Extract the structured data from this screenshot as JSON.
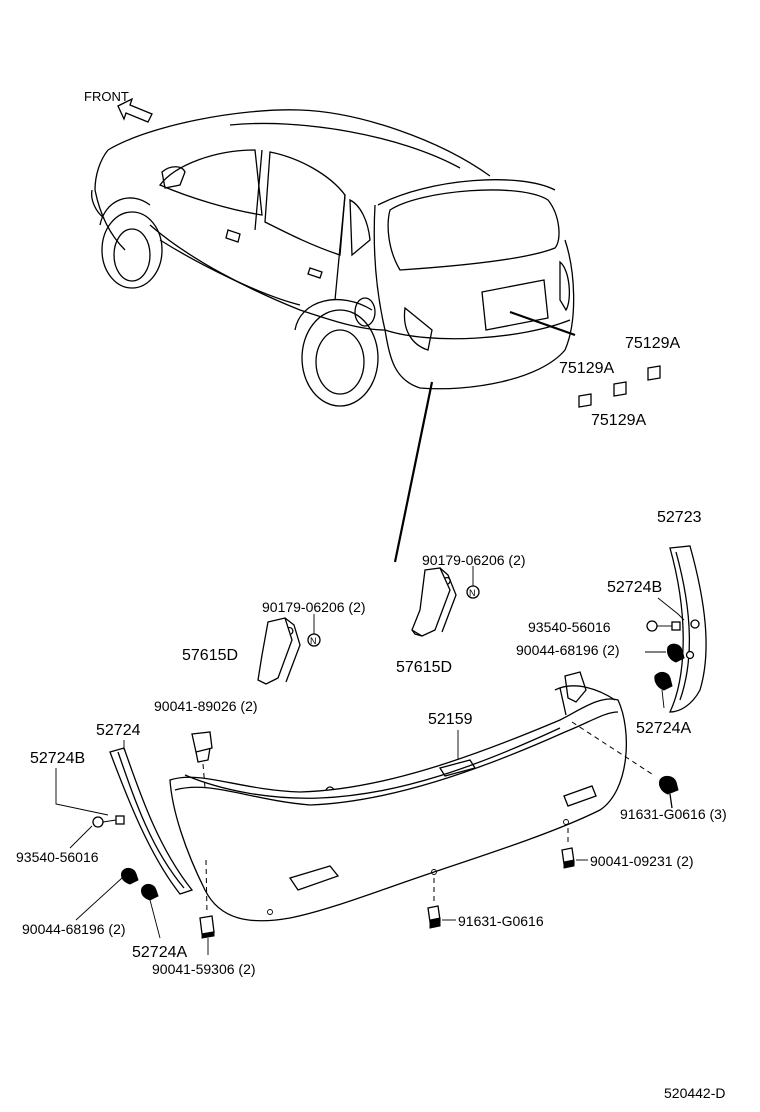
{
  "direction_label": "FRONT",
  "diagram_code": "520442-D",
  "parts": {
    "p75129A_top": "75129A",
    "p75129A_mid": "75129A",
    "p75129A_bot": "75129A",
    "p52723": "52723",
    "p52724B_right": "52724B",
    "p93540_right": "93540-56016",
    "p90044_right": "90044-68196 (2)",
    "p52724A_right": "52724A",
    "p90179_mid": "90179-06206 (2)",
    "p57615D_mid": "57615D",
    "p90179_left": "90179-06206 (2)",
    "p57615D_left": "57615D",
    "p90041_89026": "90041-89026 (2)",
    "p52724": "52724",
    "p52159": "52159",
    "p52724B_left": "52724B",
    "p93540_left": "93540-56016",
    "p90044_left": "90044-68196 (2)",
    "p52724A_left": "52724A",
    "p90041_59306": "90041-59306 (2)",
    "p91631_G0616_3": "91631-G0616 (3)",
    "p90041_09231": "90041-09231 (2)",
    "p91631_G0616": "91631-G0616"
  }
}
